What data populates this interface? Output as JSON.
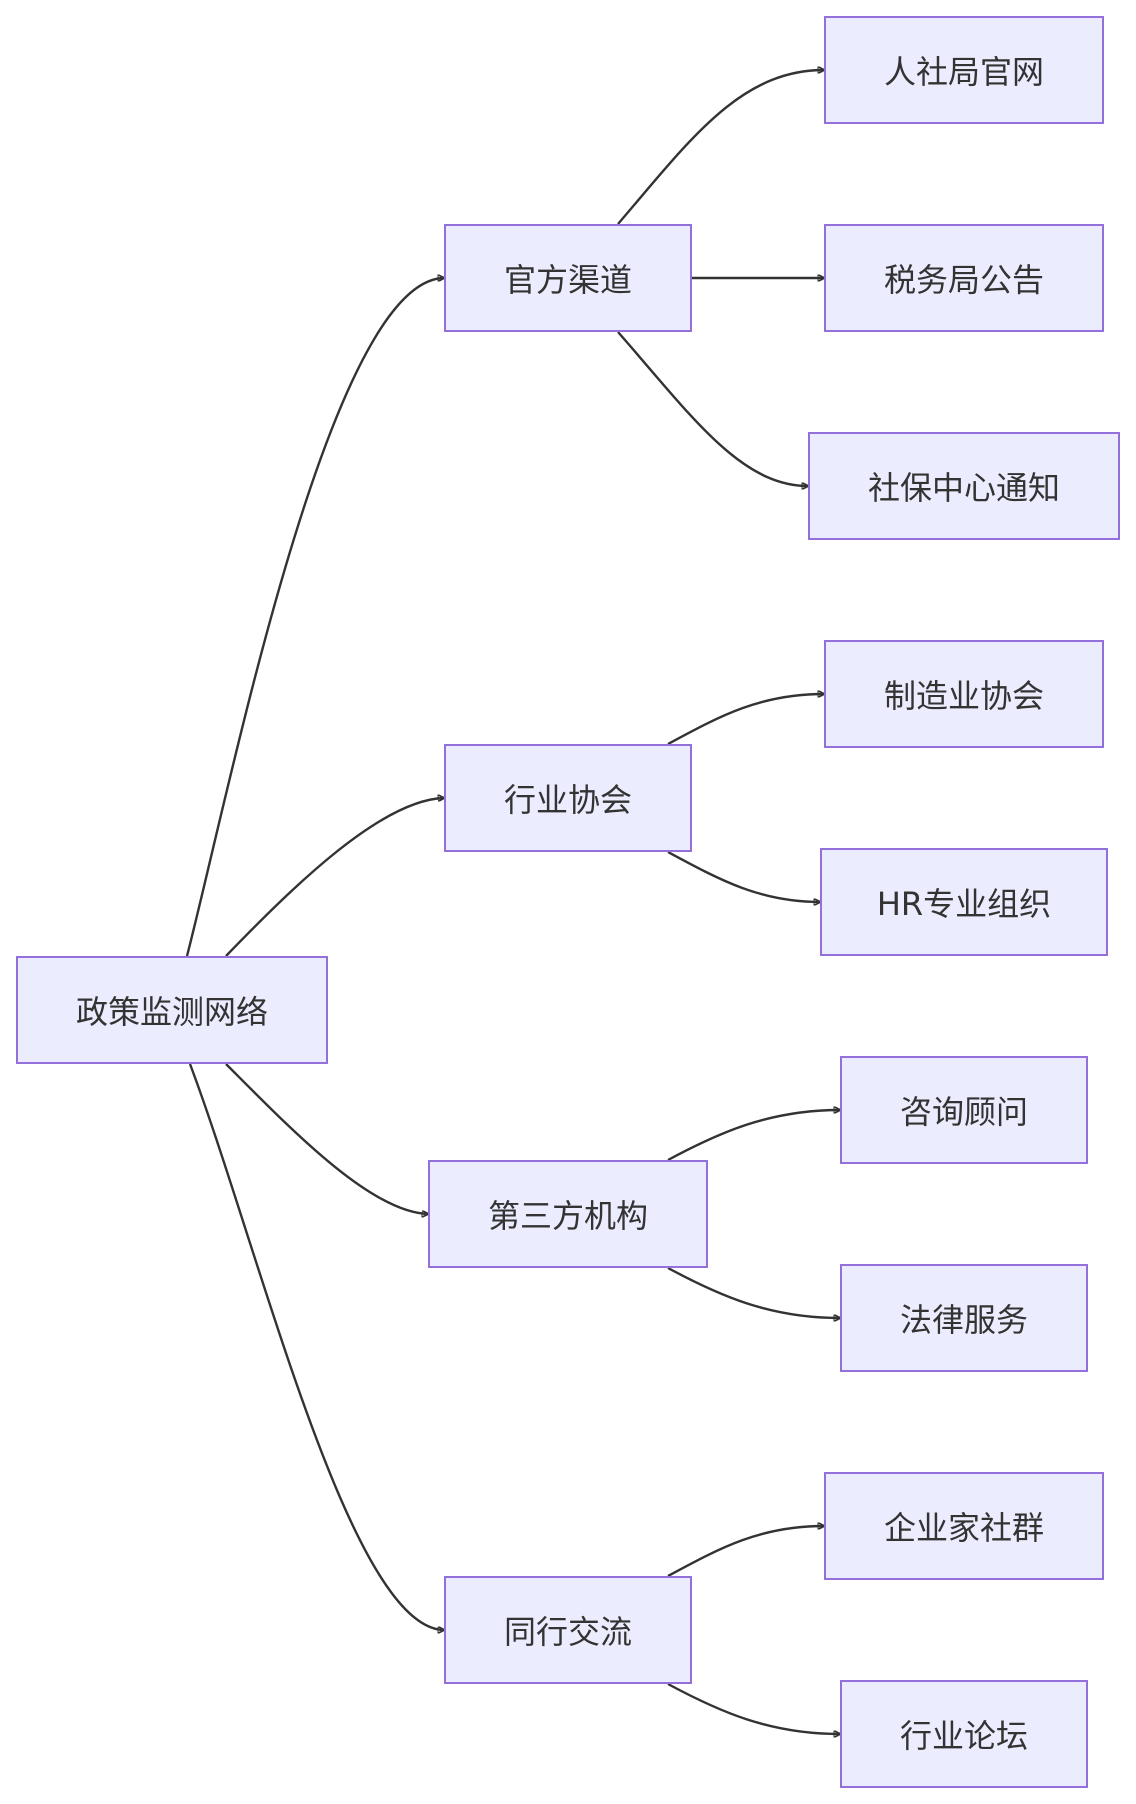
{
  "diagram": {
    "type": "flowchart-left-to-right",
    "colors": {
      "node_fill": "#ECECFF",
      "node_border": "#9370DB",
      "edge": "#333333",
      "text": "#333333"
    },
    "nodes": [
      {
        "id": "root",
        "label": "政策监测网络"
      },
      {
        "id": "official",
        "label": "官方渠道"
      },
      {
        "id": "industry",
        "label": "行业协会"
      },
      {
        "id": "third",
        "label": "第三方机构"
      },
      {
        "id": "peer",
        "label": "同行交流"
      },
      {
        "id": "hrss",
        "label": "人社局官网"
      },
      {
        "id": "tax",
        "label": "税务局公告"
      },
      {
        "id": "social",
        "label": "社保中心通知"
      },
      {
        "id": "mfg",
        "label": "制造业协会"
      },
      {
        "id": "hrorg",
        "label": "HR专业组织"
      },
      {
        "id": "consult",
        "label": "咨询顾问"
      },
      {
        "id": "legal",
        "label": "法律服务"
      },
      {
        "id": "entre",
        "label": "企业家社群"
      },
      {
        "id": "forum",
        "label": "行业论坛"
      }
    ],
    "edges": [
      {
        "from": "root",
        "to": "official"
      },
      {
        "from": "root",
        "to": "industry"
      },
      {
        "from": "root",
        "to": "third"
      },
      {
        "from": "root",
        "to": "peer"
      },
      {
        "from": "official",
        "to": "hrss"
      },
      {
        "from": "official",
        "to": "tax"
      },
      {
        "from": "official",
        "to": "social"
      },
      {
        "from": "industry",
        "to": "mfg"
      },
      {
        "from": "industry",
        "to": "hrorg"
      },
      {
        "from": "third",
        "to": "consult"
      },
      {
        "from": "third",
        "to": "legal"
      },
      {
        "from": "peer",
        "to": "entre"
      },
      {
        "from": "peer",
        "to": "forum"
      }
    ]
  }
}
